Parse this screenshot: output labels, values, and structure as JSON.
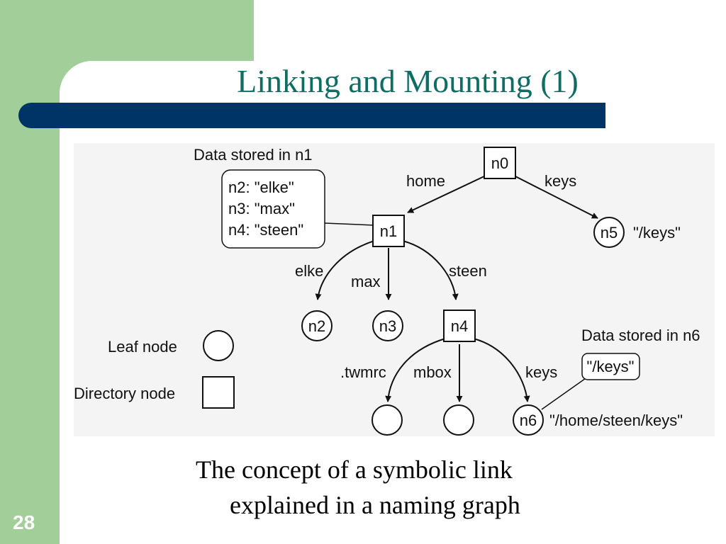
{
  "slide": {
    "title": "Linking and Mounting (1)",
    "number": "28",
    "caption_line1": "The concept of a symbolic link",
    "caption_line2": "explained in a naming graph"
  },
  "colors": {
    "side_band": "#a2ce9a",
    "title_text": "#0f6e63",
    "title_bar": "#003366"
  },
  "diagram": {
    "nodes": {
      "n0": "n0",
      "n1": "n1",
      "n2": "n2",
      "n3": "n3",
      "n4": "n4",
      "n5": "n5",
      "n6": "n6"
    },
    "edge_labels": {
      "home": "home",
      "keys_top": "keys",
      "elke": "elke",
      "max": "max",
      "steen": "steen",
      "twmrc": ".twmrc",
      "mbox": "mbox",
      "keys_n6": "keys"
    },
    "n5_path": "\"/keys\"",
    "n6_path": "\"/home/steen/keys\"",
    "n1_data_label": "Data stored in n1",
    "n1_data_lines": [
      "n2: \"elke\"",
      "n3: \"max\"",
      "n4: \"steen\""
    ],
    "n6_data_label": "Data stored in n6",
    "n6_data_value": "\"/keys\"",
    "legend": {
      "leaf": "Leaf node",
      "directory": "Directory node"
    }
  }
}
